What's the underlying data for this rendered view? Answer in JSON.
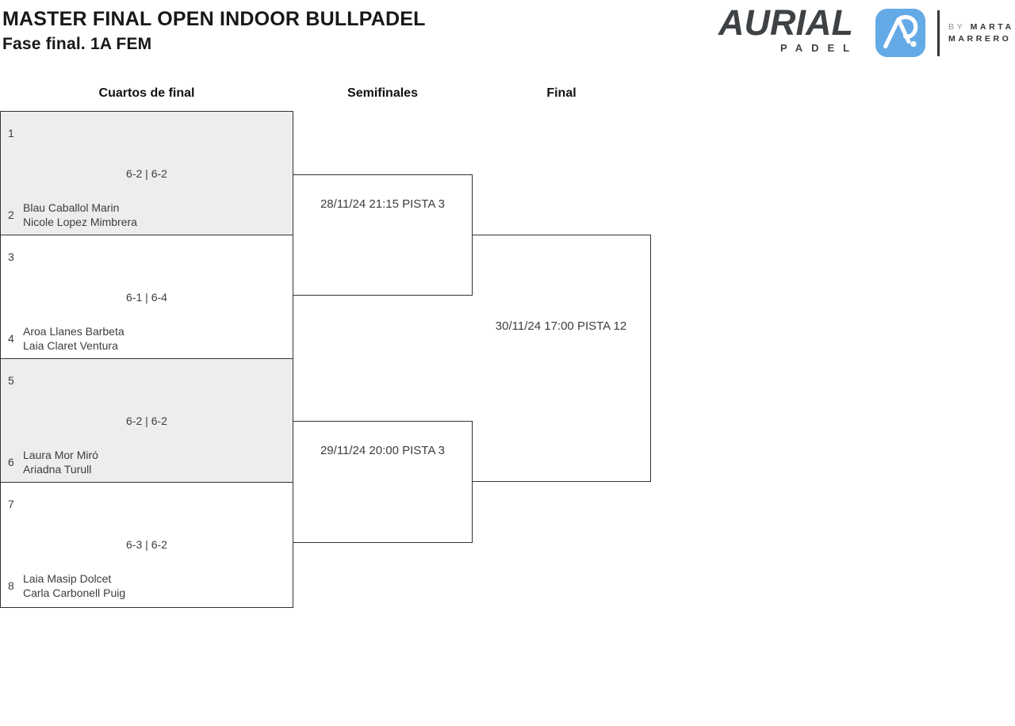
{
  "header": {
    "title": "MASTER FINAL OPEN INDOOR BULLPADEL",
    "subtitle": "Fase final. 1A FEM"
  },
  "logo": {
    "brand": "AURIAL",
    "brand_sub": "PADEL",
    "by_prefix": "BY",
    "by_name_line1": "MARTA",
    "by_name_line2": "MARRERO",
    "icon": "aurial-monogram-icon",
    "icon_bg_color": "#64aae6",
    "icon_glyph_color": "#ffffff"
  },
  "bracket": {
    "round_headers": [
      {
        "label": "Cuartos de final"
      },
      {
        "label": "Semifinales"
      },
      {
        "label": "Final"
      }
    ],
    "quarterfinals": [
      {
        "top_seed": "1",
        "top_team": "",
        "score": "6-2 | 6-2",
        "bottom_seed": "2",
        "bottom_team": [
          "Blau Caballol Marin",
          "Nicole Lopez Mimbrera"
        ]
      },
      {
        "top_seed": "3",
        "top_team": "",
        "score": "6-1 | 6-4",
        "bottom_seed": "4",
        "bottom_team": [
          "Aroa Llanes Barbeta",
          "Laia Claret Ventura"
        ]
      },
      {
        "top_seed": "5",
        "top_team": "",
        "score": "6-2 | 6-2",
        "bottom_seed": "6",
        "bottom_team": [
          "Laura Mor Miró",
          "Ariadna Turull"
        ]
      },
      {
        "top_seed": "7",
        "top_team": "",
        "score": "6-3 | 6-2",
        "bottom_seed": "8",
        "bottom_team": [
          "Laia Masip Dolcet",
          "Carla Carbonell Puig"
        ]
      }
    ],
    "semifinals": [
      {
        "schedule": "28/11/24 21:15 PISTA 3"
      },
      {
        "schedule": "29/11/24 20:00 PISTA 3"
      }
    ],
    "final": {
      "schedule": "30/11/24 17:00 PISTA 12"
    }
  },
  "colors": {
    "box_border": "#323232",
    "box_fill_alt": "#ededed",
    "text": "#3a3d40"
  }
}
